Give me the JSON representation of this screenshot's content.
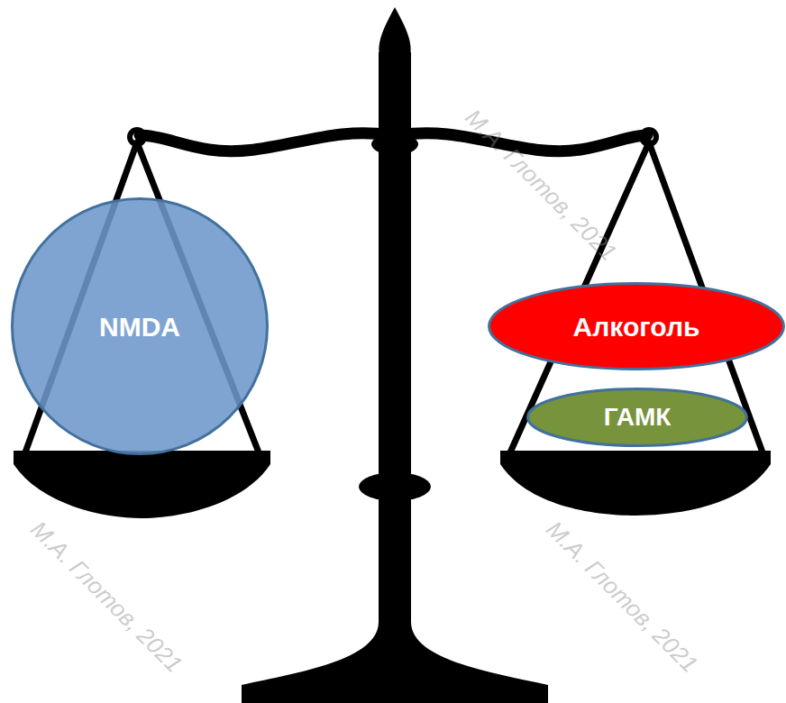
{
  "diagram": {
    "nodes": [
      {
        "text": [
          "NMDA"
        ]
      },
      {
        "text": [
          "Алкоголь"
        ]
      },
      {
        "text": [
          "ГАМК"
        ]
      }
    ],
    "labels": [
      "М.А. Глотов, 2021",
      "М.А. Глотов, 2021",
      "М.А. Глотов, 2021"
    ]
  }
}
